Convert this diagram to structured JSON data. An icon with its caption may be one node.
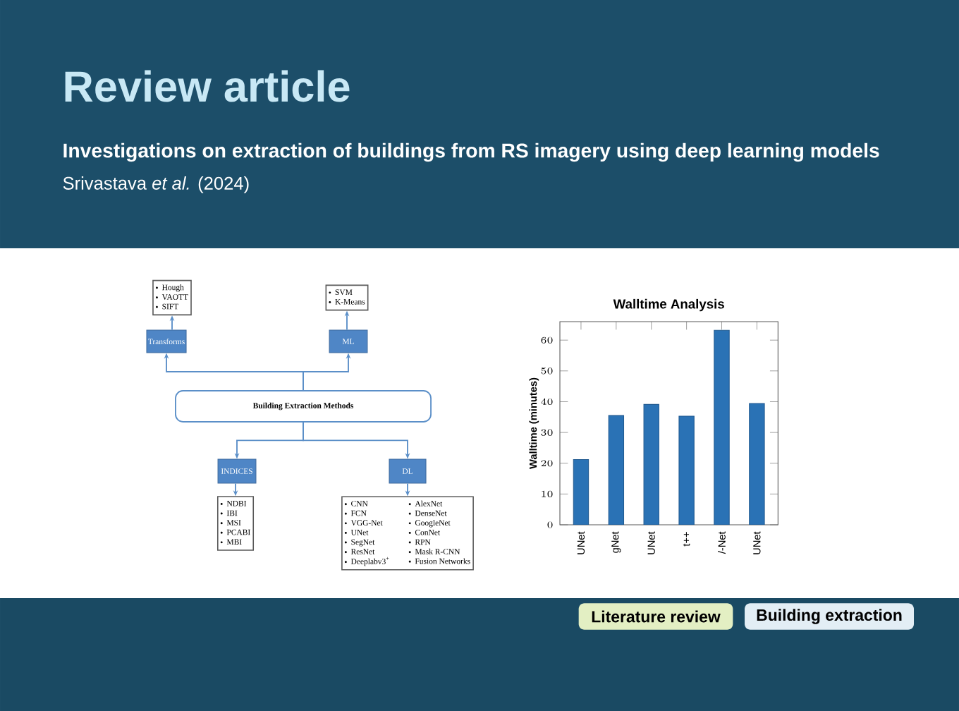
{
  "diagram": {
    "title": "Review article",
    "nodes": [
      {
        "text": [
          "Hough",
          "VAOTT",
          "SIFT"
        ]
      },
      {
        "text": [
          "SVM",
          "K-Means"
        ]
      },
      {
        "text": [
          "Transforms"
        ]
      },
      {
        "text": [
          "ML"
        ]
      },
      {
        "text": [
          "Building Extraction Methods"
        ]
      },
      {
        "text": [
          "INDICES"
        ]
      },
      {
        "text": [
          "DL"
        ]
      },
      {
        "text": [
          "NDBI",
          "IBI",
          "MSI",
          "PCABI",
          "MBI"
        ]
      },
      {
        "text": [
          "CNN",
          "FCN",
          "VGG-Net",
          "UNet",
          "SegNet",
          "ResNet",
          "Deeplabv3$^{+}$",
          "AlexNet",
          "DenseNet",
          "GoogleNet",
          "ConNet",
          "RPN",
          "Mask R-CNN",
          "Fusion Networks"
        ]
      }
    ],
    "edges": [
      {
        "from": 2,
        "to": 0,
        "arrow": "to"
      },
      {
        "from": 3,
        "to": 1,
        "arrow": "to"
      },
      {
        "from": 4,
        "to": 2,
        "arrow": "to"
      },
      {
        "from": 4,
        "to": 3,
        "arrow": "to"
      },
      {
        "from": 4,
        "to": 5,
        "arrow": "to"
      },
      {
        "from": 4,
        "to": 6,
        "arrow": "to"
      },
      {
        "from": 5,
        "to": 7,
        "arrow": "to"
      },
      {
        "from": 6,
        "to": 8,
        "arrow": "to"
      }
    ],
    "labels": [
      "Investigations on extraction of buildings from RS imagery using deep learning models",
      "Srivastava *et al.* (2024)",
      "Literature review",
      "Building extraction"
    ],
    "chart_data": {
      "type": "bar",
      "title": "Walltime Analysis",
      "ylabel": "Walltime (minutes)",
      "categories": [
        "UNet",
        "gNet",
        "UNet",
        "t++",
        "/-Net",
        "UNet"
      ],
      "values": [
        21.2,
        35.5,
        39.1,
        35.3,
        63.2,
        39.4
      ],
      "ylim": [
        0,
        66
      ],
      "yticks": [
        0,
        10,
        20,
        30,
        40,
        50,
        60
      ]
    }
  }
}
